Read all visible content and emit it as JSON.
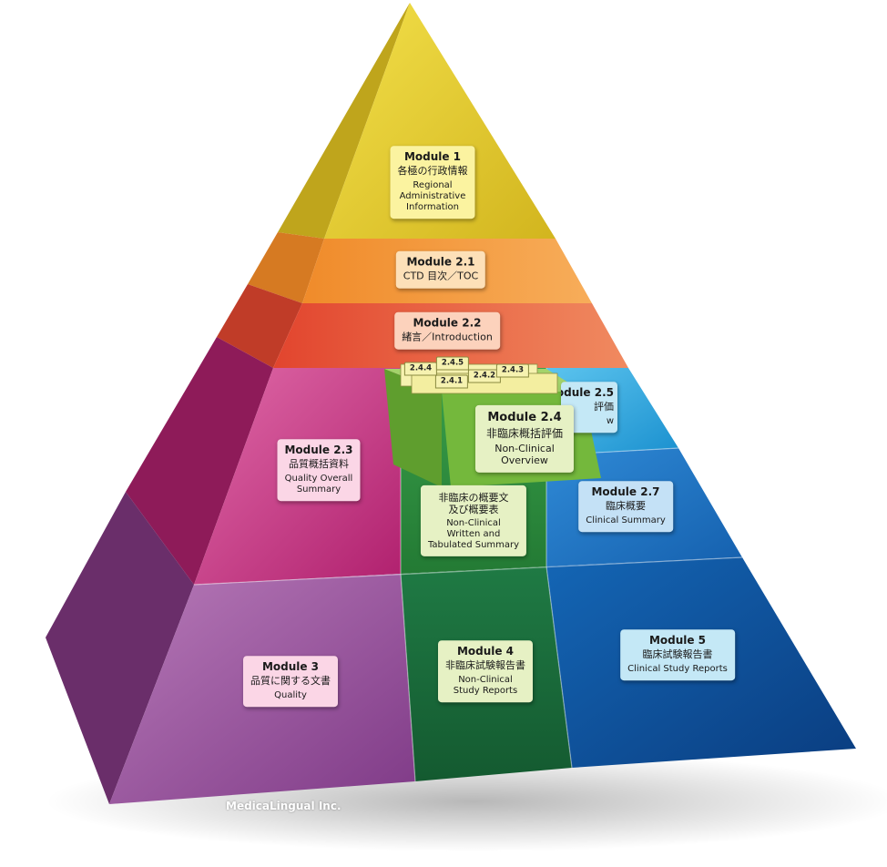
{
  "modules": {
    "m1": {
      "title": "Module 1",
      "jp": "各極の行政情報",
      "en1": "Regional",
      "en2": "Administrative",
      "en3": "Information"
    },
    "m21": {
      "title": "Module 2.1",
      "jp": "CTD 目次／TOC"
    },
    "m22": {
      "title": "Module 2.2",
      "jp": "緒言／Introduction"
    },
    "m23": {
      "title": "Module 2.3",
      "jp": "品質概括資料",
      "en1": "Quality Overall",
      "en2": "Summary"
    },
    "m24": {
      "title": "Module 2.4",
      "jp": "非臨床概括評価",
      "en1": "Non-Clinical",
      "en2": "Overview"
    },
    "m25": {
      "title": "Module 2.5",
      "jp": "評価",
      "en1": "w"
    },
    "m26": {
      "jp1": "非臨床の概要文",
      "jp2": "及び概要表",
      "en1": "Non-Clinical",
      "en2": "Written and",
      "en3": "Tabulated Summary"
    },
    "m27": {
      "title": "Module 2.7",
      "jp": "臨床概要",
      "en1": "Clinical Summary"
    },
    "m3": {
      "title": "Module 3",
      "jp": "品質に関する文書",
      "en1": "Quality"
    },
    "m4": {
      "title": "Module 4",
      "jp": "非臨床試験報告書",
      "en1": "Non-Clinical",
      "en2": "Study Reports"
    },
    "m5": {
      "title": "Module 5",
      "jp": "臨床試験報告書",
      "en1": "Clinical Study Reports"
    }
  },
  "tabs": [
    "2.4.4",
    "2.4.5",
    "2.4.2",
    "2.4.3",
    "2.4.1"
  ],
  "credit": "MedicaLingual Inc.",
  "colors": {
    "m1": "#e8cf2a",
    "m21": "#f59a3a",
    "m22": "#e8543a",
    "m23": "#c9287f",
    "m24": "#7cc143",
    "m26": "#2e8b3e",
    "m25": "#29a8de",
    "m27": "#1f73c4",
    "m3": "#9b4d9b",
    "m4": "#1a6b3a",
    "m5": "#0d4f9c"
  }
}
